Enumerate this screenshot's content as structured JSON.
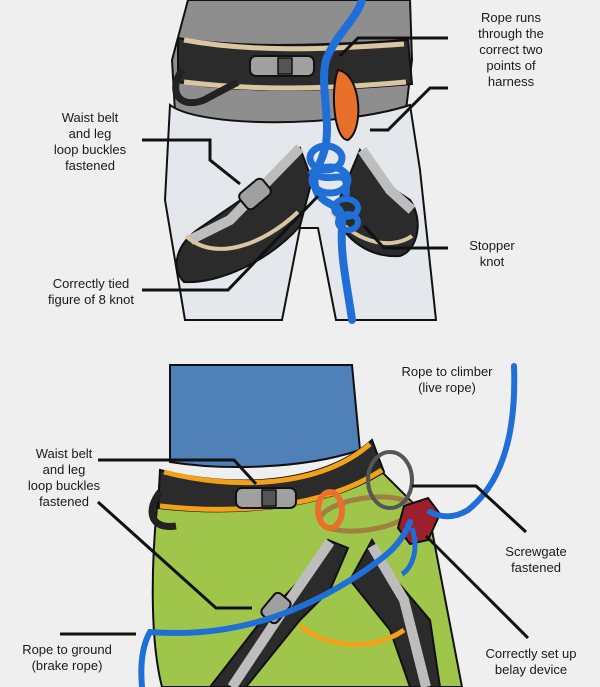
{
  "climber_panel": {
    "labels": {
      "rope_runs": "Rope runs\nthrough the\ncorrect two\npoints of\nharness",
      "waist_belt": "Waist belt\nand leg\nloop buckles\nfastened",
      "stopper": "Stopper\nknot",
      "figure8": "Correctly tied\nfigure of 8 knot"
    }
  },
  "belayer_panel": {
    "labels": {
      "rope_to_climber": "Rope to climber\n(live rope)",
      "waist_belt": "Waist belt\nand leg\nloop buckles\nfastened",
      "screwgate": "Screwgate\nfastened",
      "rope_to_ground": "Rope to ground\n(brake rope)",
      "belay_device": "Correctly set up\nbelay device"
    }
  },
  "colors": {
    "background": "#efeff0",
    "climber_shirt": "#8e8e8e",
    "climber_trousers": "#e4e7ec",
    "belayer_shirt": "#4f80b8",
    "belayer_trousers": "#9fc54b",
    "rope": "#1f6fd6",
    "carabiner_orange": "#e8702a",
    "belay_device": "#9c1f2d",
    "webbing_climber": "#d9c7a1",
    "webbing_belayer": "#f2a21a"
  }
}
